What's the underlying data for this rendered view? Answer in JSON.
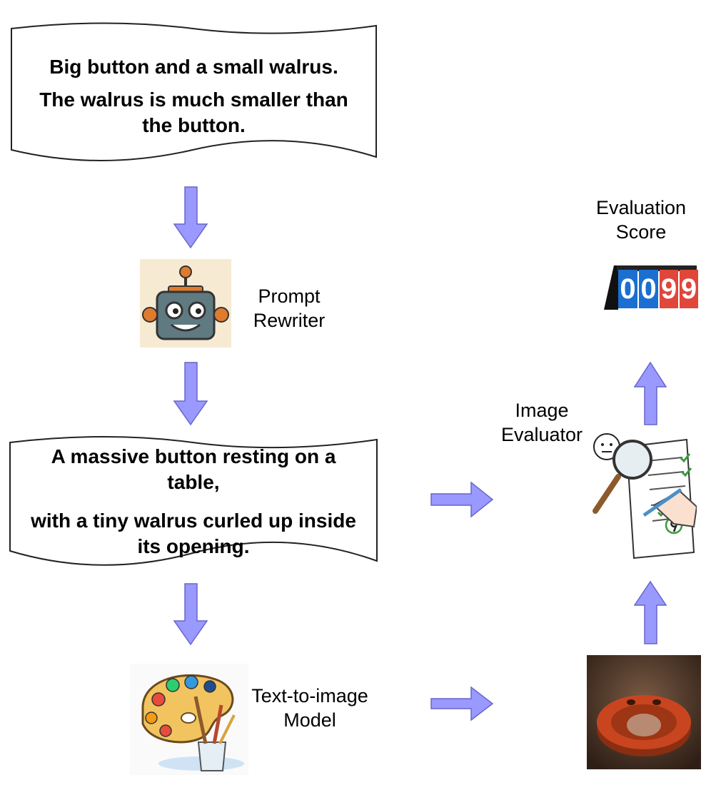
{
  "documents": {
    "input_prompt": {
      "line1": "Big button and a small walrus.",
      "line2": "The walrus is much smaller than",
      "line3": "the button."
    },
    "rewritten_prompt": {
      "line1": "A massive button resting on a",
      "line2": "table,",
      "line3": "with a tiny walrus curled up inside",
      "line4": "its opening."
    }
  },
  "labels": {
    "prompt_rewriter": {
      "line1": "Prompt",
      "line2": "Rewriter"
    },
    "text_to_image": {
      "line1": "Text-to-image",
      "line2": "Model"
    },
    "image_evaluator": {
      "line1": "Image",
      "line2": "Evaluator"
    },
    "evaluation_score": {
      "line1": "Evaluation",
      "line2": "Score"
    }
  },
  "score_display": {
    "digits": [
      "0",
      "0",
      "9",
      "9"
    ]
  },
  "colors": {
    "arrow_fill": "#9999ff",
    "arrow_stroke": "#6666cc",
    "score_blue": "#1a6fd1",
    "score_red": "#e0463a",
    "robot_body": "#5f7a80",
    "robot_accent": "#e07b2e",
    "palette_wood": "#f2c460",
    "result_orange": "#c8451f"
  }
}
